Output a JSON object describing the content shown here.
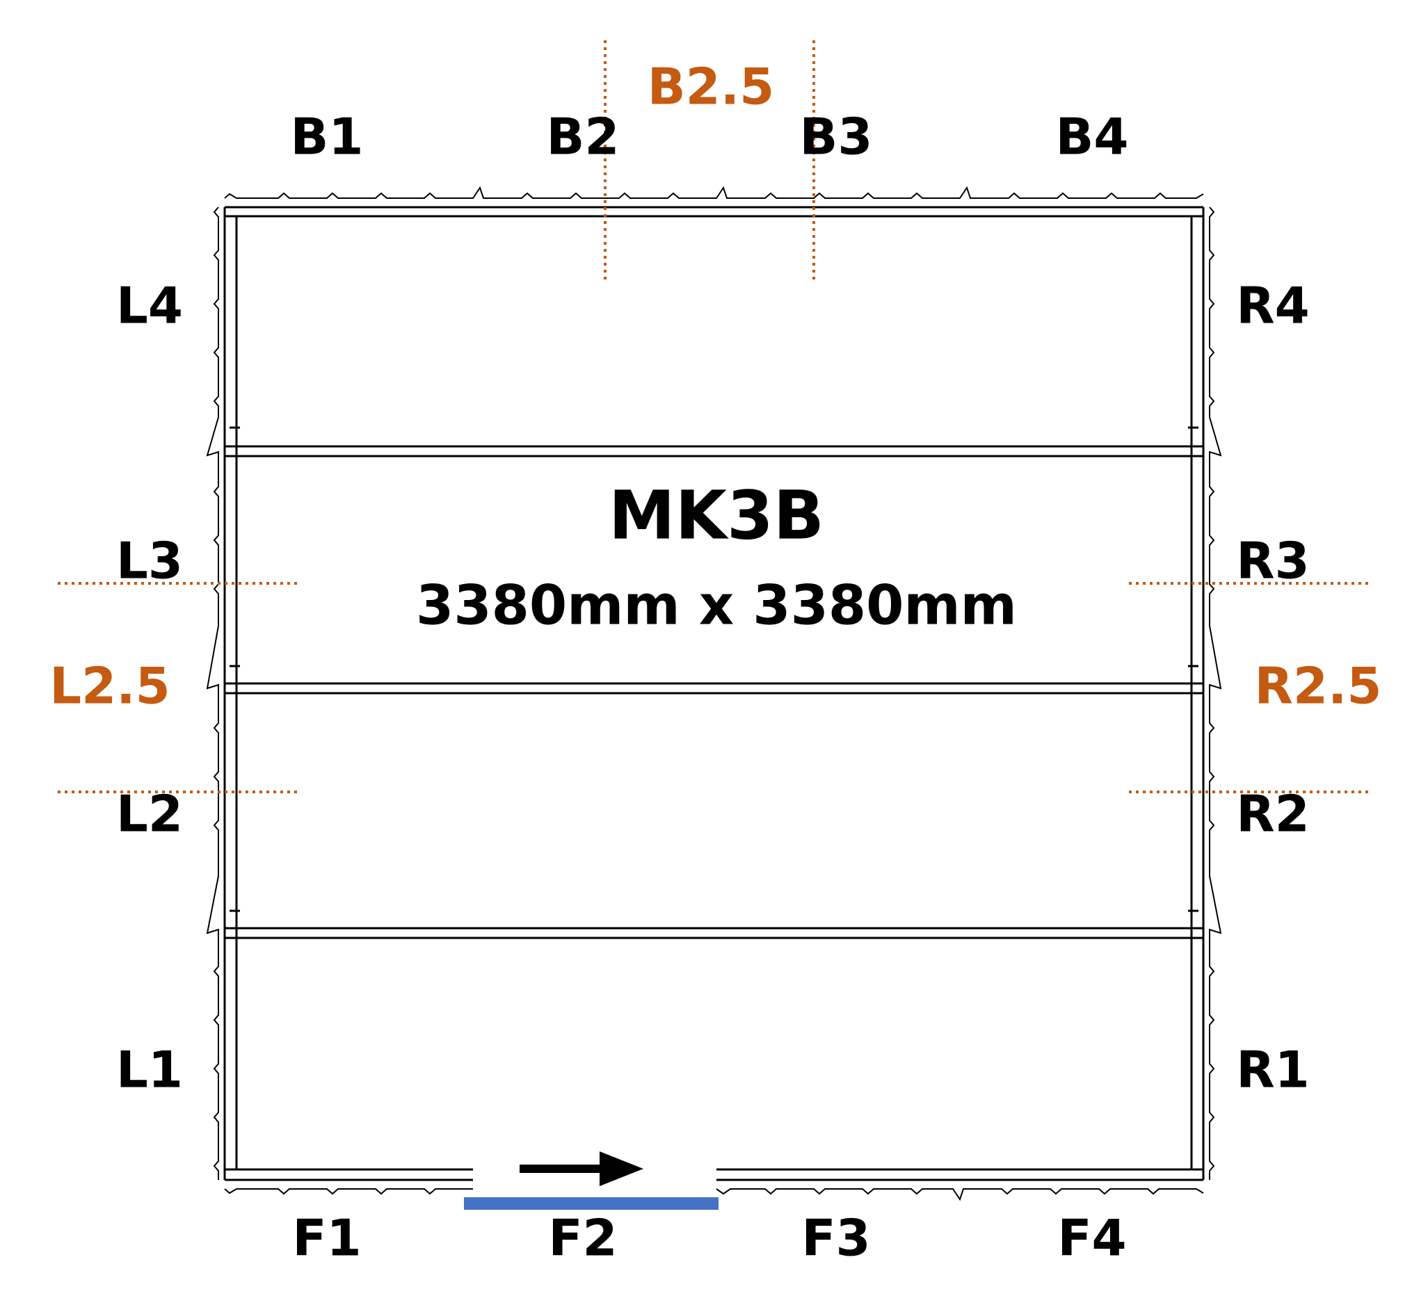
{
  "diagram": {
    "model": "MK3B",
    "dimensions": "3380mm x 3380mm",
    "colors": {
      "line": "#000000",
      "accent": "#c55a11",
      "door": "#4472c4"
    },
    "labels": {
      "back": [
        "B1",
        "B2",
        "B3",
        "B4"
      ],
      "left": [
        "L4",
        "L3",
        "L2",
        "L1"
      ],
      "right": [
        "R4",
        "R3",
        "R2",
        "R1"
      ],
      "front": [
        "F1",
        "F2",
        "F3",
        "F4"
      ]
    },
    "half_positions": {
      "back": "B2.5",
      "left": "L2.5",
      "right": "R2.5"
    },
    "door": {
      "panel": "F2",
      "arrow_icon": "arrow-right-icon"
    }
  }
}
